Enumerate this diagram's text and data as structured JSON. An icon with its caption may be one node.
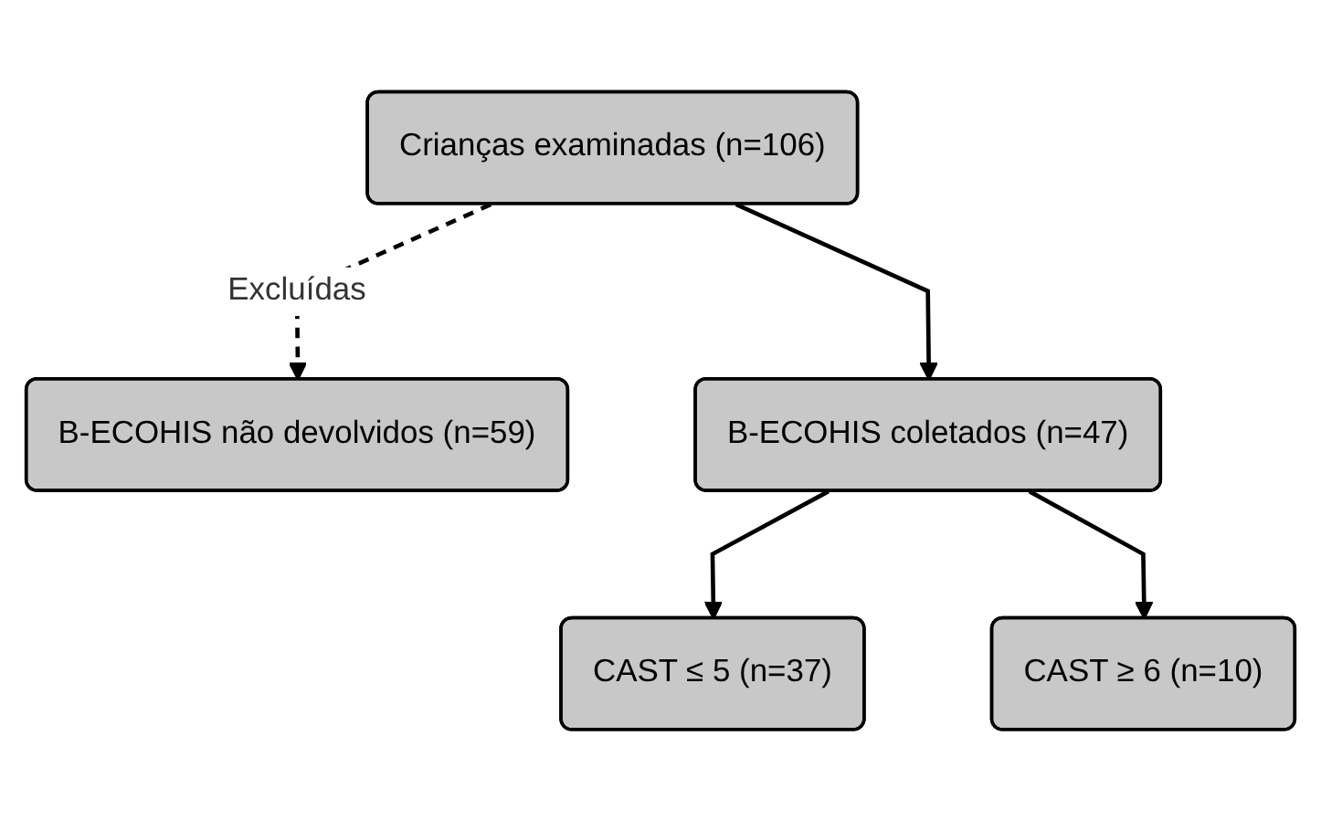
{
  "diagram": {
    "nodes": [
      {
        "text": [
          "Crianças examinadas (n=106)"
        ]
      },
      {
        "text": [
          "B-ECOHIS não devolvidos (n=59)"
        ]
      },
      {
        "text": [
          "B-ECOHIS coletados (n=47)"
        ]
      },
      {
        "text": [
          "CAST ≤ 5 (n=37)"
        ]
      },
      {
        "text": [
          "CAST ≥ 6 (n=10)"
        ]
      }
    ],
    "edges": [
      {
        "from": 0,
        "to": 2,
        "arrow": "to"
      },
      {
        "from": 0,
        "to": 1,
        "arrow": "to",
        "label": "Excluídas",
        "style": "dashed"
      },
      {
        "from": 2,
        "to": 3,
        "arrow": "to"
      },
      {
        "from": 2,
        "to": 4,
        "arrow": "to"
      }
    ]
  }
}
